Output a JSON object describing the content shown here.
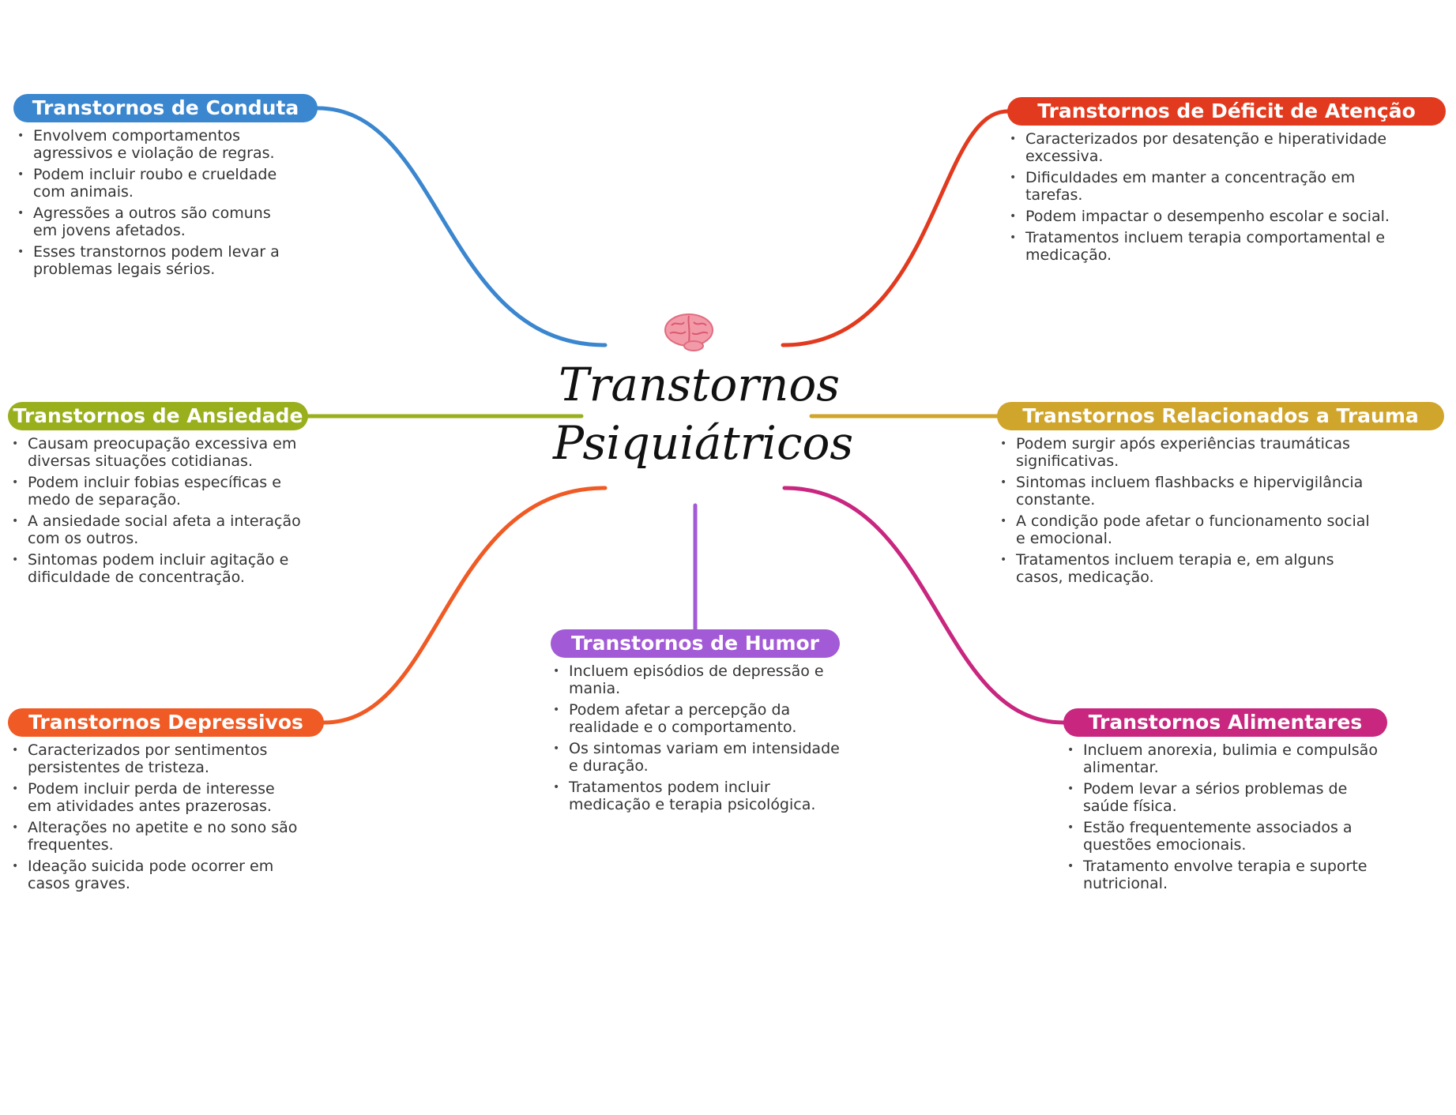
{
  "title": {
    "line1": "Transtornos",
    "line2": "Psiquiátricos"
  },
  "center_icon": "brain-icon",
  "branches": [
    {
      "id": "conduta",
      "label": "Transtornos de Conduta",
      "color": "#3a86cf",
      "bullets": [
        "Envolvem comportamentos agressivos e violação de regras.",
        "Podem incluir roubo e crueldade com animais.",
        "Agressões a outros são comuns em jovens afetados.",
        "Esses transtornos podem levar a problemas legais sérios."
      ]
    },
    {
      "id": "deficit",
      "label": "Transtornos de Déficit de Atenção",
      "color": "#e23a1e",
      "bullets": [
        "Caracterizados por desatenção e hiperatividade excessiva.",
        "Dificuldades em manter a concentração em tarefas.",
        "Podem impactar o desempenho escolar e social.",
        "Tratamentos incluem terapia comportamental e medicação."
      ]
    },
    {
      "id": "ansiedade",
      "label": "Transtornos de Ansiedade",
      "color": "#9aaf1c",
      "bullets": [
        "Causam preocupação excessiva em diversas situações cotidianas.",
        "Podem incluir fobias específicas e medo de separação.",
        "A ansiedade social afeta a interação com os outros.",
        "Sintomas podem incluir agitação e dificuldade de concentração."
      ]
    },
    {
      "id": "trauma",
      "label": "Transtornos Relacionados a Trauma",
      "color": "#d0a52b",
      "bullets": [
        "Podem surgir após experiências traumáticas significativas.",
        "Sintomas incluem flashbacks e hipervigilância constante.",
        "A condição pode afetar o funcionamento social e emocional.",
        "Tratamentos incluem terapia e, em alguns casos, medicação."
      ]
    },
    {
      "id": "humor",
      "label": "Transtornos de Humor",
      "color": "#a25ad6",
      "bullets": [
        "Incluem episódios de depressão e mania.",
        "Podem afetar a percepção da realidade e o comportamento.",
        "Os sintomas variam em intensidade e duração.",
        "Tratamentos podem incluir medicação e terapia psicológica."
      ]
    },
    {
      "id": "depressivos",
      "label": "Transtornos Depressivos",
      "color": "#f05a24",
      "bullets": [
        "Caracterizados por sentimentos persistentes de tristeza.",
        "Podem incluir perda de interesse em atividades antes prazerosas.",
        "Alterações no apetite e no sono são frequentes.",
        "Ideação suicida pode ocorrer em casos graves."
      ]
    },
    {
      "id": "alimentares",
      "label": "Transtornos Alimentares",
      "color": "#c8267f",
      "bullets": [
        "Incluem anorexia, bulimia e compulsão alimentar.",
        "Podem levar a sérios problemas de saúde física.",
        "Estão frequentemente associados a questões emocionais.",
        "Tratamento envolve terapia e suporte nutricional."
      ]
    }
  ]
}
